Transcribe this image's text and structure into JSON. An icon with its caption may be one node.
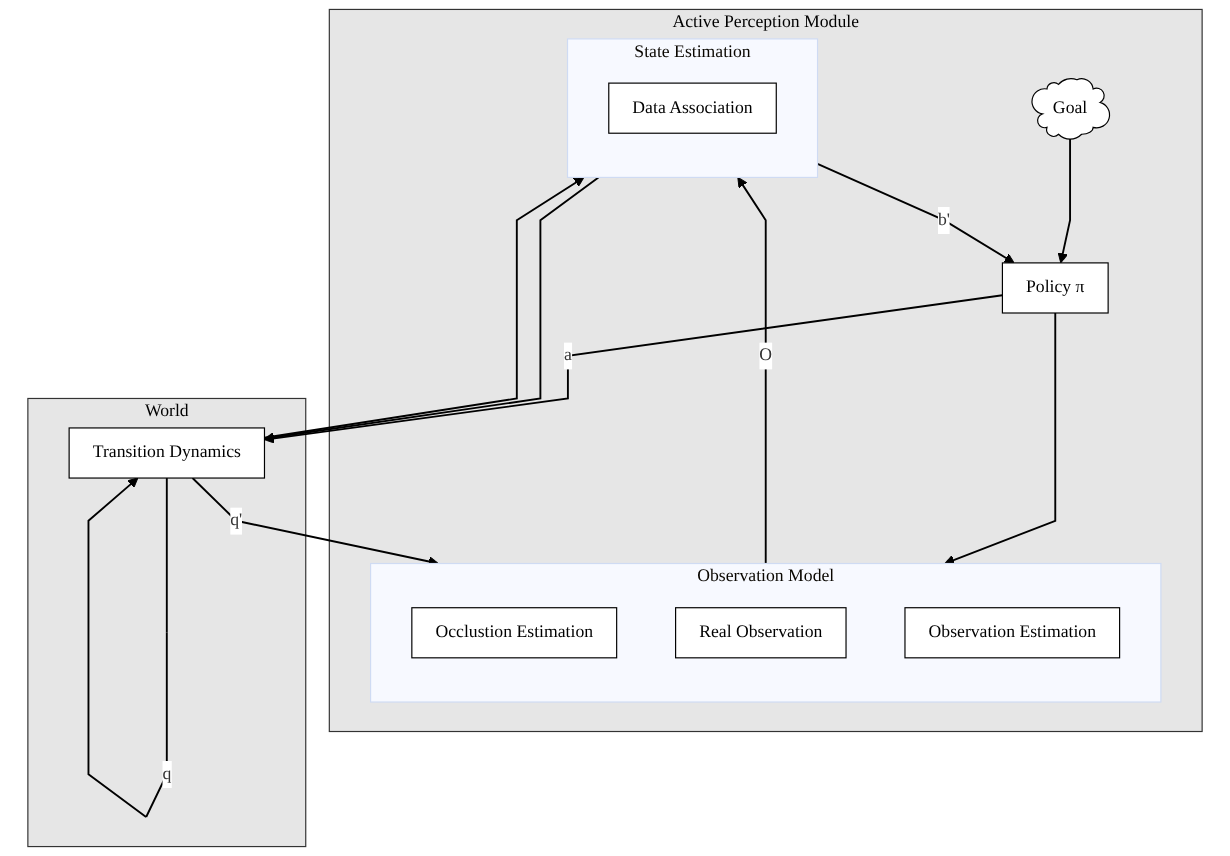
{
  "diagram": {
    "nodes": [
      {
        "text": [
          "Active Perception Module"
        ]
      },
      {
        "text": [
          "Observation Model"
        ],
        "in": 0
      },
      {
        "text": [
          "Occlustion Estimation"
        ],
        "in": 1
      },
      {
        "text": [
          "Real Observation"
        ],
        "in": 1
      },
      {
        "text": [
          "Observation Estimation"
        ],
        "in": 1
      },
      {
        "text": [
          "State Estimation"
        ],
        "in": 0
      },
      {
        "text": [
          "Data Association"
        ],
        "in": 5
      },
      {
        "text": [
          "Goal"
        ],
        "in": 0
      },
      {
        "text": [
          "Policy π"
        ],
        "in": 0
      },
      {
        "text": [
          "World"
        ]
      },
      {
        "text": [
          "Transition Dynamics"
        ],
        "in": 9
      }
    ],
    "edges": [
      {
        "from": 1,
        "to": 5,
        "arrow": "to",
        "label": "O"
      },
      {
        "from": 7,
        "to": 8,
        "arrow": "to"
      },
      {
        "from": 5,
        "to": 8,
        "arrow": "to",
        "label": "b'"
      },
      {
        "from": 5,
        "to": 10,
        "arrow": "to"
      },
      {
        "from": 8,
        "to": 10,
        "arrow": "to",
        "label": "a"
      },
      {
        "from": 8,
        "to": 1,
        "arrow": "to"
      },
      {
        "from": 10,
        "to": 1,
        "arrow": "to",
        "label": "q'"
      },
      {
        "from": 10,
        "to": 5,
        "arrow": "to"
      },
      {
        "from": 10,
        "to": 10,
        "arrow": "to",
        "label": "q"
      }
    ]
  }
}
